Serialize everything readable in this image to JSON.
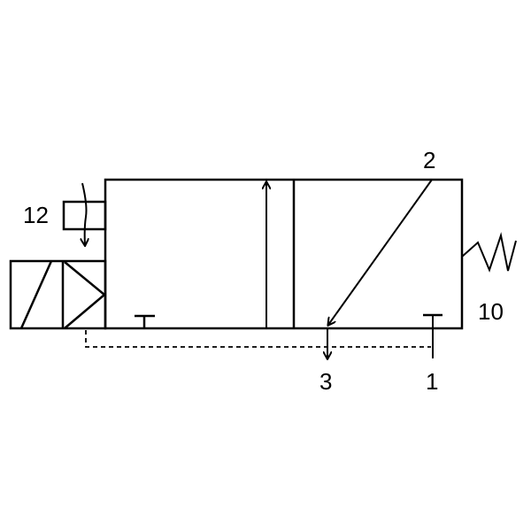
{
  "diagram": {
    "type": "3/2 solenoid valve symbol, spring return",
    "ports": {
      "port_2": "2",
      "port_3": "3",
      "port_1": "1",
      "pilot_12": "12",
      "pilot_10": "10"
    },
    "colors": {
      "stroke": "#000000",
      "background": "#ffffff"
    }
  }
}
